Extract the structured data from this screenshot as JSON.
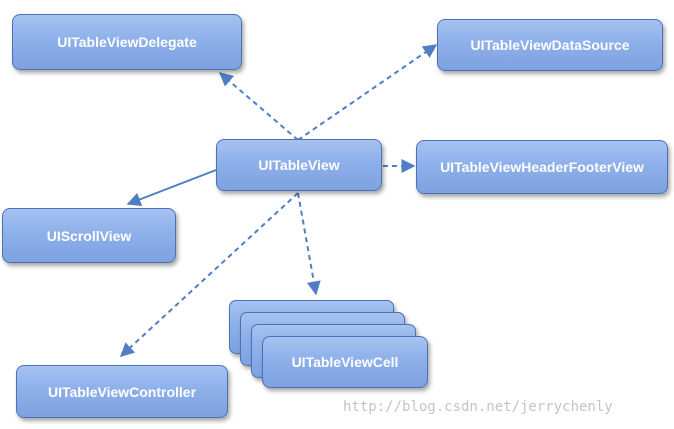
{
  "diagram": {
    "nodes": {
      "delegate": "UITableViewDelegate",
      "datasource": "UITableViewDataSource",
      "tableview": "UITableView",
      "headerfooter": "UITableViewHeaderFooterView",
      "scrollview": "UIScrollView",
      "controller": "UITableViewController",
      "cell": "UITableViewCell"
    },
    "edges": [
      {
        "from": "tableview",
        "to": "delegate",
        "style": "dashed"
      },
      {
        "from": "tableview",
        "to": "datasource",
        "style": "dashed"
      },
      {
        "from": "tableview",
        "to": "headerfooter",
        "style": "dashed"
      },
      {
        "from": "tableview",
        "to": "scrollview",
        "style": "solid"
      },
      {
        "from": "tableview",
        "to": "controller",
        "style": "dashed"
      },
      {
        "from": "tableview",
        "to": "cell",
        "style": "dashed"
      }
    ],
    "colors": {
      "box_fill": "#8eb0ea",
      "box_border": "#4a72b4",
      "arrow": "#4f7ec3",
      "text": "#ffffff"
    }
  },
  "watermark": "http://blog.csdn.net/jerrychenly"
}
